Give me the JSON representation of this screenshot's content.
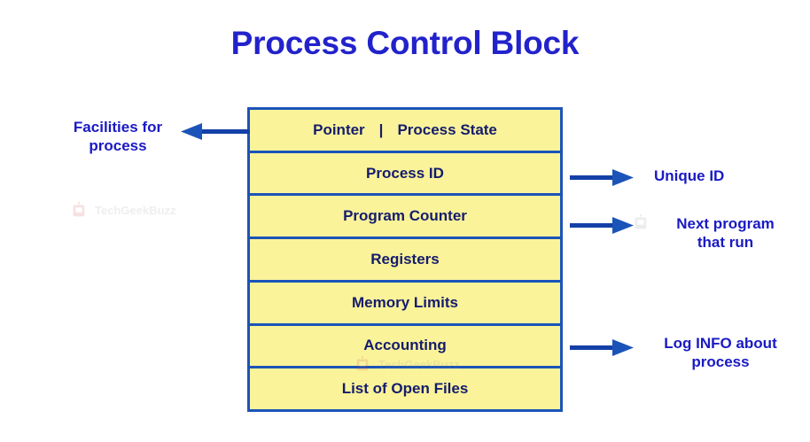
{
  "title": "Process Control Block",
  "diagram": {
    "type": "block-table",
    "rows": [
      {
        "id": "pointer-process-state",
        "segments": [
          "Pointer",
          "Process State"
        ],
        "divider": "|"
      },
      {
        "id": "process-id",
        "label": "Process ID"
      },
      {
        "id": "program-counter",
        "label": "Program Counter"
      },
      {
        "id": "registers",
        "label": "Registers"
      },
      {
        "id": "memory-limits",
        "label": "Memory Limits"
      },
      {
        "id": "accounting",
        "label": "Accounting"
      },
      {
        "id": "list-of-open-files",
        "label": "List of Open Files"
      }
    ]
  },
  "annotations": {
    "facilities": {
      "line1": "Facilities for",
      "line2": "process"
    },
    "unique_id": {
      "line1": "Unique ID",
      "line2": ""
    },
    "next_program": {
      "line1": "Next program",
      "line2": "that run"
    },
    "log_info": {
      "line1": "Log INFO about",
      "line2": "process"
    }
  },
  "watermark": {
    "text": "TechGeekBuzz"
  },
  "colors": {
    "title": "#2222CC",
    "cell_fill": "#FAF39A",
    "cell_border": "#1B54B8",
    "cell_text": "#151C6D",
    "annotation_text": "#1A1AC4",
    "arrow_shaft": "#1440A8",
    "arrow_head": "#1B54B8",
    "background": "#FFFFFF"
  }
}
